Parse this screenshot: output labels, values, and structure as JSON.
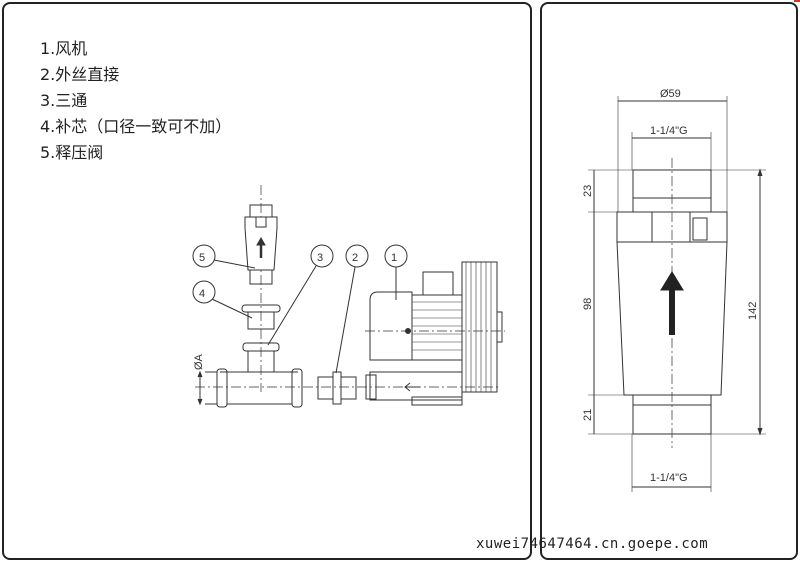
{
  "legend": {
    "items": [
      "1.风机",
      "2.外丝直接",
      "3.三通",
      "4.补芯（口径一致可不加）",
      "5.释压阀"
    ]
  },
  "assembly": {
    "callouts": [
      "1",
      "2",
      "3",
      "4",
      "5"
    ],
    "dia_label": "ØA"
  },
  "valve_dims": {
    "outer_dia": "Ø59",
    "top_thread": "1-1/4\"G",
    "bottom_thread": "1-1/4\"G",
    "top_len": "23",
    "body_len": "98",
    "bottom_len": "21",
    "total_len": "142"
  },
  "watermark": "xuwei74647464.cn.goepe.com"
}
